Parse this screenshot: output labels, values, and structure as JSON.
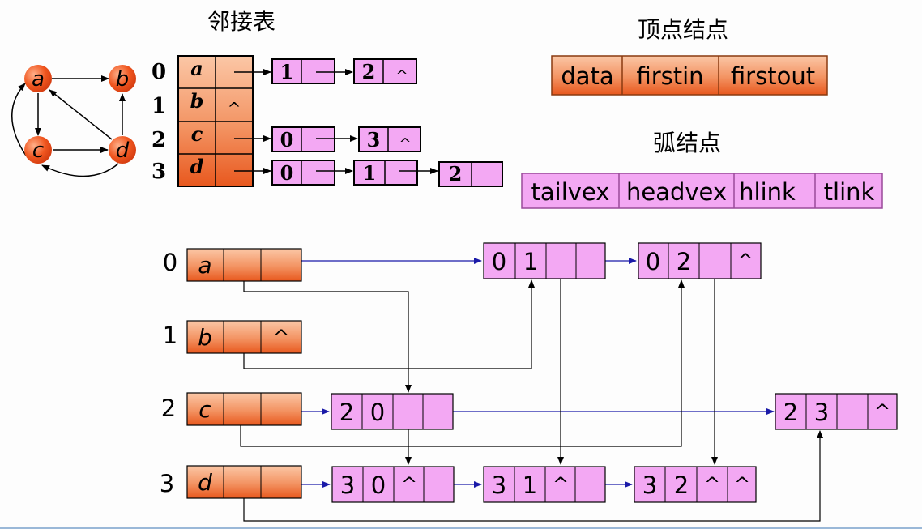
{
  "adjacency": {
    "title": "邻接表",
    "indices": [
      "0",
      "1",
      "2",
      "3"
    ],
    "vertices": [
      "a",
      "b",
      "c",
      "d"
    ],
    "null_symbol": "^",
    "lists": [
      [
        {
          "adjvex": "1",
          "next": ""
        },
        {
          "adjvex": "2",
          "next": "^"
        }
      ],
      [],
      [
        {
          "adjvex": "0",
          "next": ""
        },
        {
          "adjvex": "3",
          "next": "^"
        }
      ],
      [
        {
          "adjvex": "0",
          "next": ""
        },
        {
          "adjvex": "1",
          "next": ""
        },
        {
          "adjvex": "2",
          "next": ""
        }
      ]
    ]
  },
  "graph": {
    "nodes": [
      "a",
      "b",
      "c",
      "d"
    ],
    "edges": [
      [
        "a",
        "b"
      ],
      [
        "a",
        "c"
      ],
      [
        "c",
        "d"
      ],
      [
        "d",
        "b"
      ],
      [
        "d",
        "a"
      ],
      [
        "d",
        "c"
      ],
      [
        "c",
        "a"
      ]
    ]
  },
  "vertex_node": {
    "title": "顶点结点",
    "fields": [
      "data",
      "firstin",
      "firstout"
    ]
  },
  "arc_node": {
    "title": "弧结点",
    "fields": [
      "tailvex",
      "headvex",
      "hlink",
      "tlink"
    ]
  },
  "orthogonal": {
    "indices": [
      "0",
      "1",
      "2",
      "3"
    ],
    "vertices": [
      "a",
      "b",
      "c",
      "d"
    ],
    "vertex_null": [
      "",
      "^",
      "",
      ""
    ],
    "arcs": [
      {
        "tail": "0",
        "head": "1",
        "hlink": "",
        "tlink": ""
      },
      {
        "tail": "0",
        "head": "2",
        "hlink": "",
        "tlink": "^"
      },
      {
        "tail": "2",
        "head": "0",
        "hlink": "",
        "tlink": ""
      },
      {
        "tail": "2",
        "head": "3",
        "hlink": "",
        "tlink": "^"
      },
      {
        "tail": "3",
        "head": "0",
        "hlink": "^",
        "tlink": ""
      },
      {
        "tail": "3",
        "head": "1",
        "hlink": "^",
        "tlink": ""
      },
      {
        "tail": "3",
        "head": "2",
        "hlink": "^",
        "tlink": "^"
      }
    ]
  },
  "colors": {
    "vertex_fill_top": "#f9a880",
    "vertex_fill_bottom": "#e8591c",
    "arc_fill": "#f3a8f3",
    "line": "#000000",
    "blue_arrow": "#1a1aa8",
    "node_circle": "#e8441c"
  }
}
